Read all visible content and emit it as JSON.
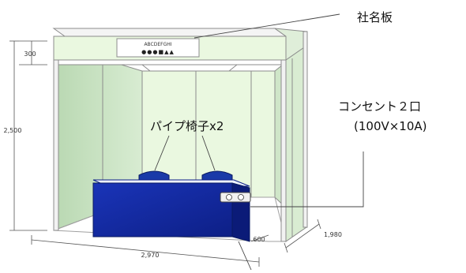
{
  "callouts": {
    "nameplate": "社名板",
    "chairs": "パイプ椅子x2",
    "outlet_line1": "コンセント２口",
    "outlet_line2": "(100V×10A)"
  },
  "sign": {
    "company_text": "ABCDEFGHI",
    "symbols": "●●●■▲▲"
  },
  "dimensions": {
    "nameplate_height": "300",
    "booth_height": "2,500",
    "booth_width": "2,970",
    "booth_depth": "1,980",
    "counter_depth": "600"
  },
  "colors": {
    "panel_green": "#eaf8e0",
    "panel_side_green": "#cfe6c8",
    "frame_gray": "#8c8c8c",
    "counter_blue": "#1530a8",
    "counter_top": "#eef2ff"
  }
}
